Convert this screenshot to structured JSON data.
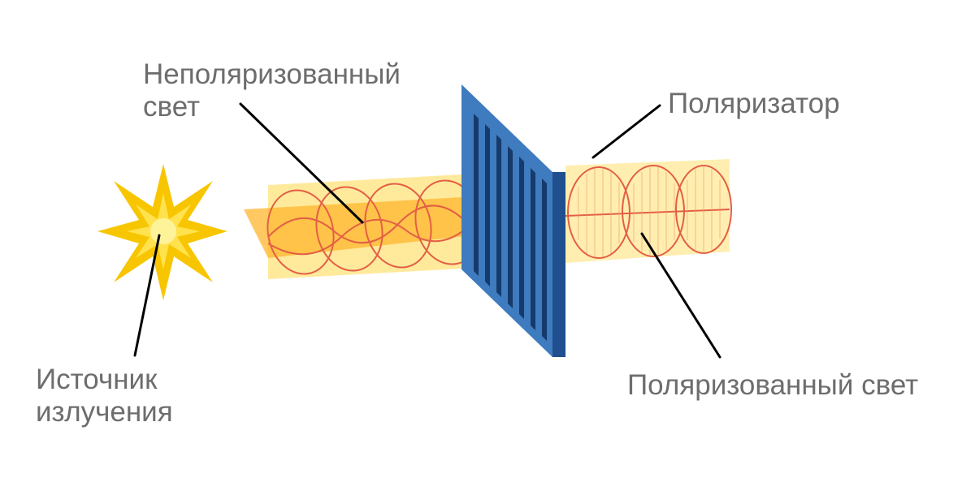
{
  "labels": {
    "unpolarized_light": [
      "Неполяризованный",
      "свет"
    ],
    "polarizer": "Поляризатор",
    "radiation_source": [
      "Источник",
      "излучения"
    ],
    "polarized_light": "Поляризованный свет"
  },
  "colors": {
    "label_text": "#6d6d6d",
    "leader_line": "#000000",
    "beam_fill": "#ffd84a",
    "beam_plane": "#ffb52e",
    "wave_curve": "#e35f45",
    "star_outer": "#f7c600",
    "star_inner": "#fff39a",
    "polarizer_face": "#3e7bbf",
    "polarizer_edge": "#1f4f8f",
    "polarizer_slot": "#163a6b"
  },
  "icons": {
    "source": "star-burst-icon"
  }
}
